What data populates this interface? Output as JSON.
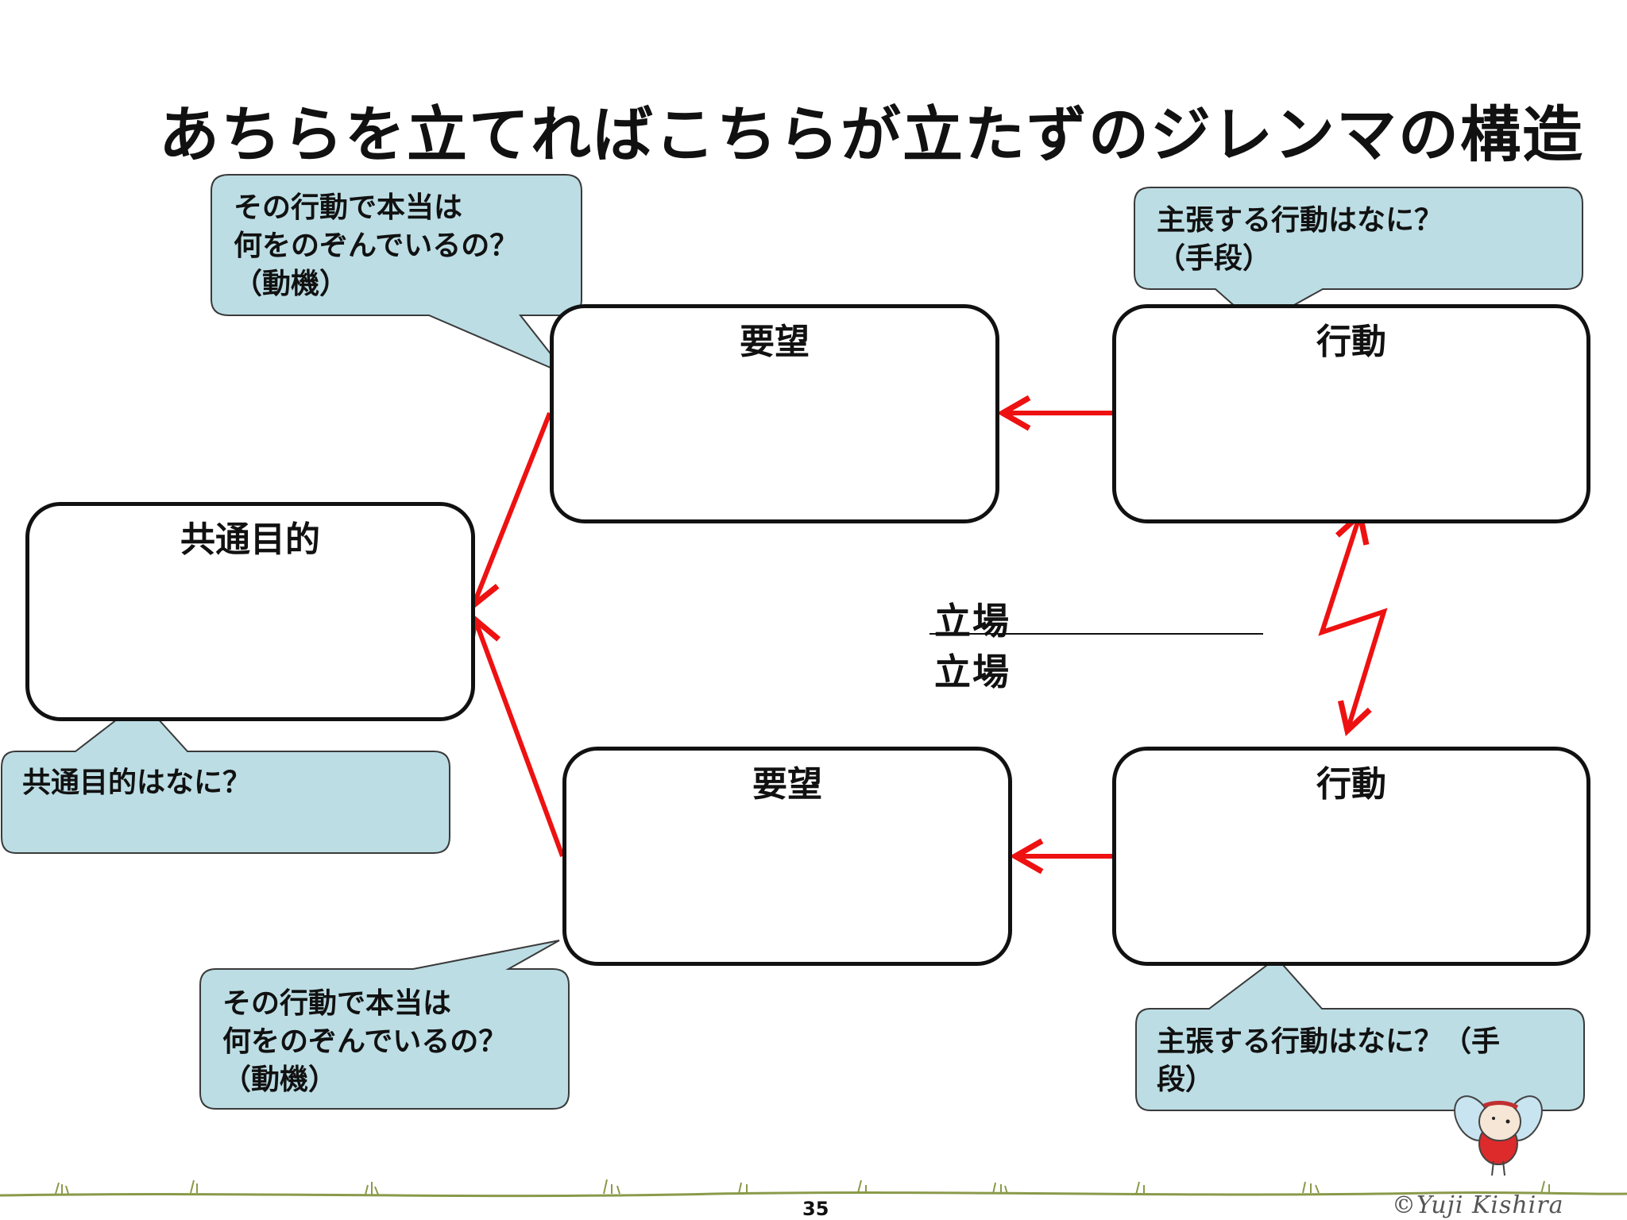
{
  "title": "あちらを立てればこちらが立たずのジレンマの構造",
  "boxes": {
    "common_goal": "共通目的",
    "desire_top": "要望",
    "desire_bottom": "要望",
    "action_top": "行動",
    "action_bottom": "行動"
  },
  "stances": {
    "top": "立場",
    "bottom": "立場"
  },
  "callouts": {
    "motive_top": {
      "line1": "その行動で本当は",
      "line2": "何をのぞんでいるの？",
      "line3": "（動機）"
    },
    "means_top": {
      "line1": "主張する行動はなに？",
      "line2": "（手段）"
    },
    "goal_question": {
      "line1": "共通目的はなに？"
    },
    "motive_bottom": {
      "line1": "その行動で本当は",
      "line2": "何をのぞんでいるの？",
      "line3": "（動機）"
    },
    "means_bottom": {
      "line1": "主張する行動はなに？（手",
      "line2": "段）"
    }
  },
  "footer": {
    "page_number": "35",
    "credit": "©Yuji Kishira"
  },
  "colors": {
    "arrow": "#ee1111",
    "callout_fill": "#bcdde4",
    "callout_border": "#3a3a3a",
    "box_border": "#111111",
    "grass": "#8a9a4a"
  }
}
